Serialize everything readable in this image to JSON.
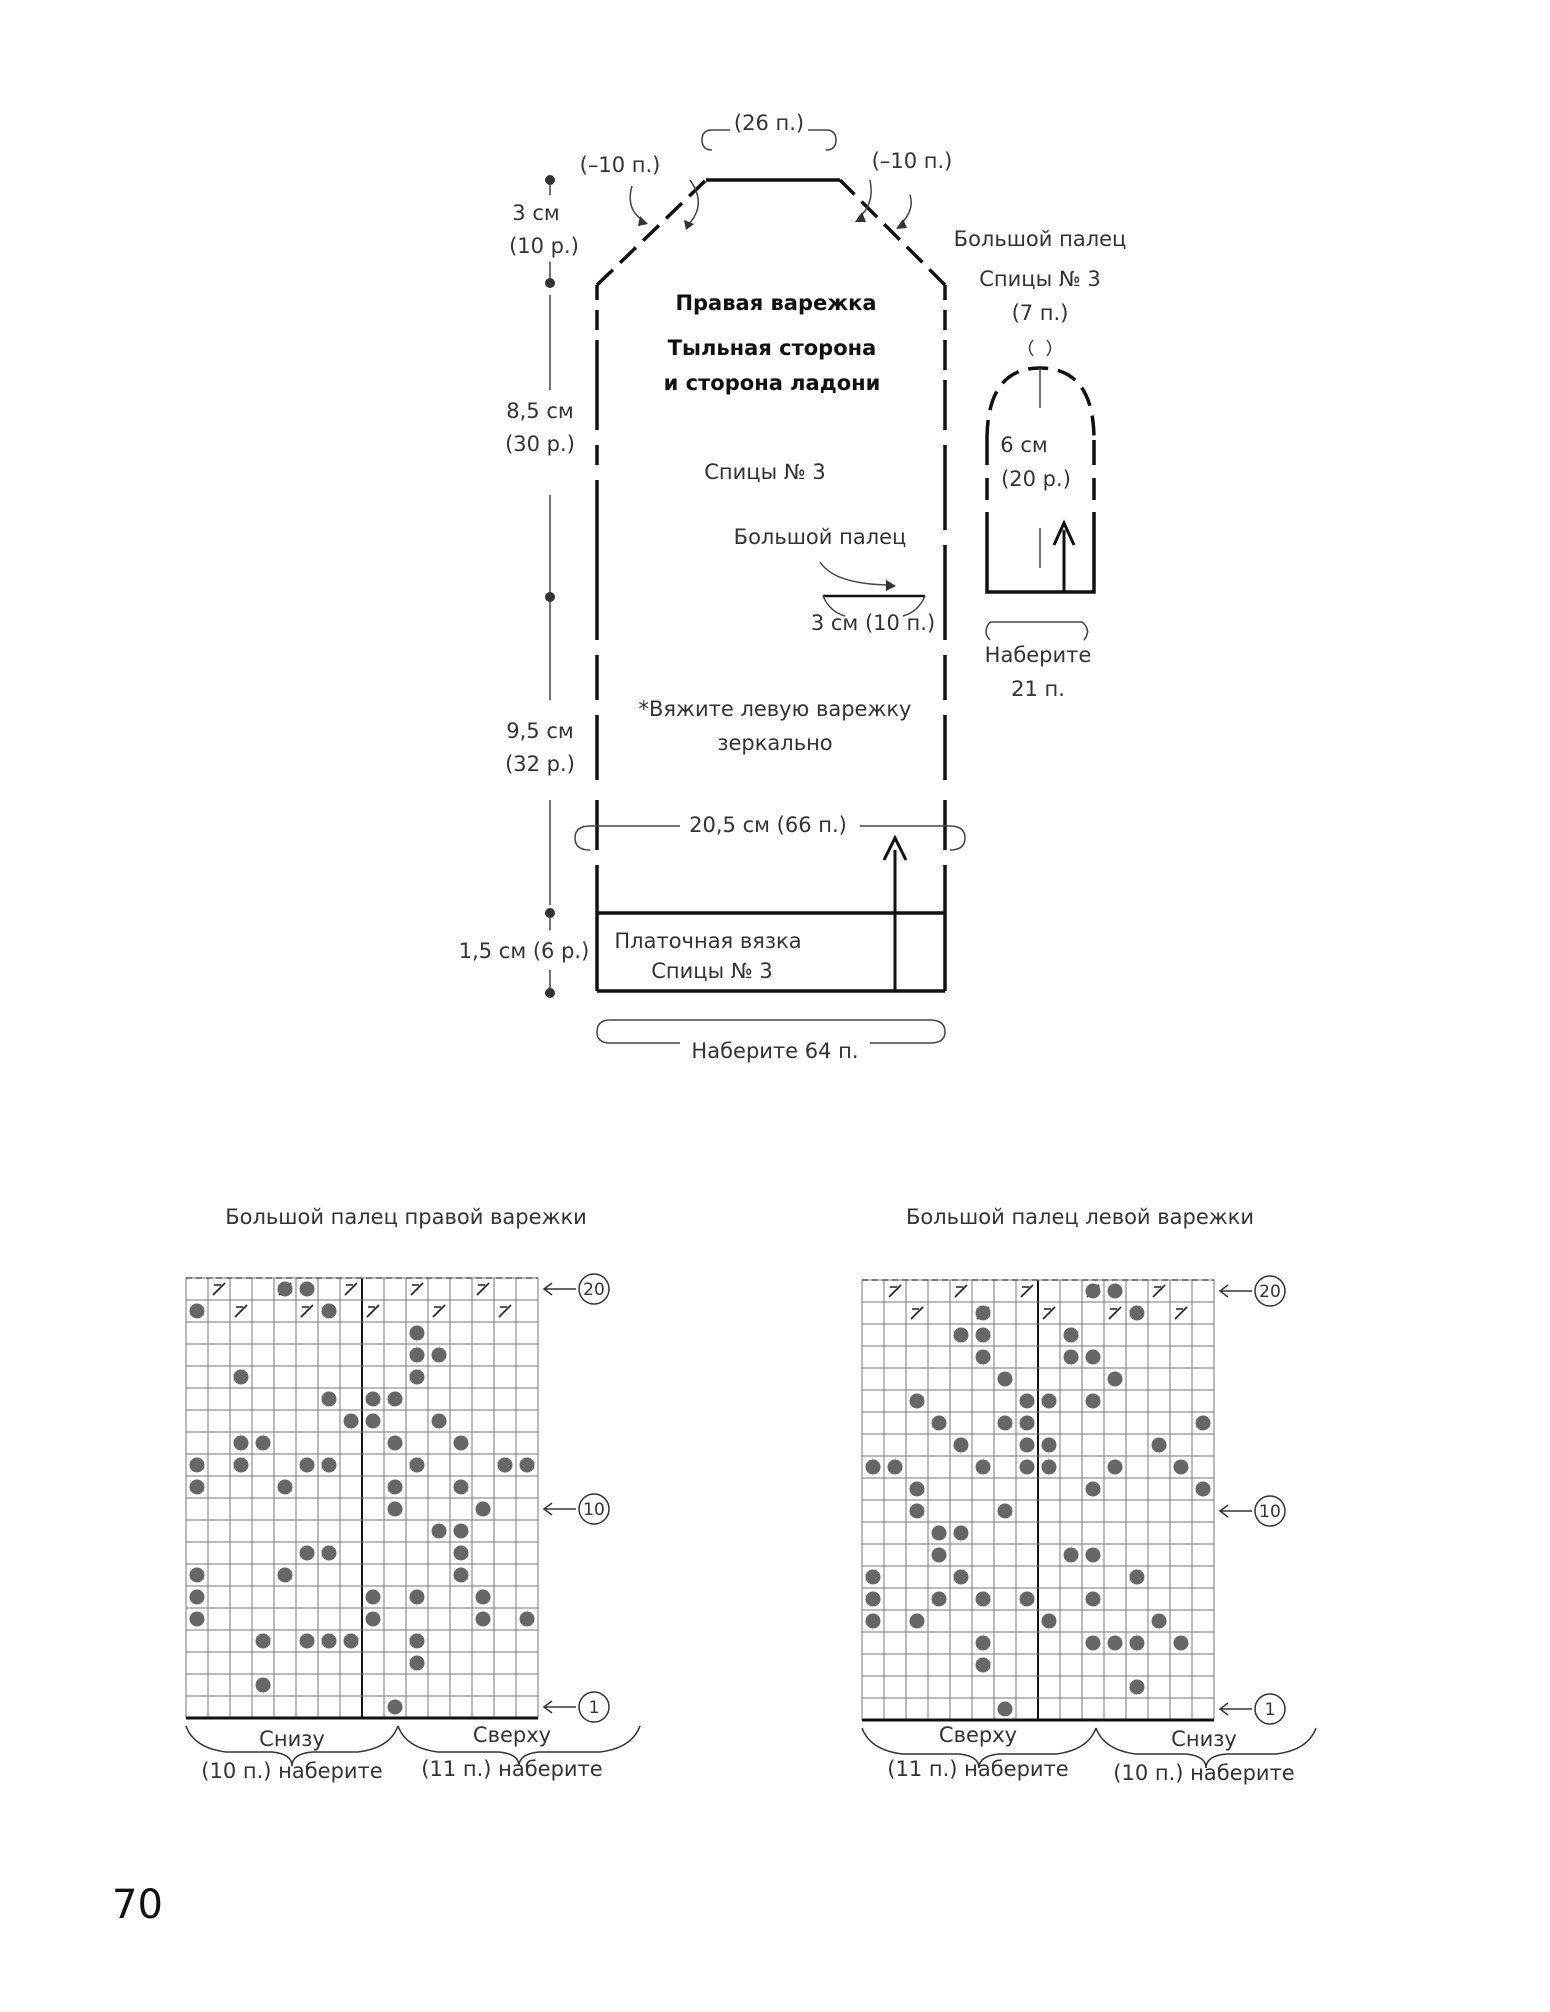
{
  "mitten": {
    "top_stitches": "(26 п.)",
    "dec_left": "(–10 п.)",
    "dec_right": "(–10 п.)",
    "seg1_cm": "3 см",
    "seg1_rows": "(10 р.)",
    "seg2_cm": "8,5 см",
    "seg2_rows": "(30 р.)",
    "seg3_cm": "9,5 см",
    "seg3_rows": "(32 р.)",
    "seg4": "1,5 см (6 р.)",
    "title": "Правая варежка",
    "subtitle1": "Тыльная сторона",
    "subtitle2": "и сторона ладони",
    "needles": "Спицы № 3",
    "thumb_label": "Большой палец",
    "thumb_opening": "3 см (10 п.)",
    "mirror_note1": "*Вяжите левую варежку",
    "mirror_note2": "зеркально",
    "width": "20,5 см (66 п.)",
    "rib1": "Платочная вязка",
    "rib2": "Спицы № 3",
    "cast_on": "Наберите 64 п."
  },
  "thumb": {
    "title": "Большой палец",
    "needles": "Спицы № 3",
    "top": "(7 п.)",
    "cm": "6 см",
    "rows": "(20 р.)",
    "cast_on1": "Наберите",
    "cast_on2": "21 п."
  },
  "charts": [
    {
      "title": "Большой палец правой варежки",
      "label_left1": "Снизу",
      "label_left2": "(10 п.) наберите",
      "label_right1": "Сверху",
      "label_right2": "(11 п.) наберите",
      "row_markers": [
        "20",
        "10",
        "1"
      ],
      "rows": [
        "....##..........",
        "#.....#.........",
        "..........#.....",
        "..........##....",
        "..#.......#.....",
        "......#.##......",
        ".......##..#....",
        "..##.....#..#...",
        "#.#..##...#...##",
        "#...#....#..#...",
        ".........#...#..",
        "...........##...",
        ".....##.....#...",
        "#...#.......#...",
        "#.......#.#..#..",
        "#.......#....#.#",
        "...#.###..#.....",
        "..........#.....",
        "...#............",
        ".........#......"
      ]
    },
    {
      "title": "Большой палец левой варежки",
      "label_left1": "Сверху",
      "label_left2": "(11 п.) наберите",
      "label_right1": "Снизу",
      "label_right2": "(10 п.) наберите",
      "row_markers": [
        "20",
        "10",
        "1"
      ],
      "rows": [
        "..........##....",
        ".....#......#...",
        "....##...#......",
        ".....#...##.....",
        "......#....#....",
        "..#....##.#.....",
        "...#..##.......#",
        "....#..##....#..",
        "##...#.##..#..#.",
        "..#.......#....#",
        "..#...#.........",
        "...##...........",
        "...#.....##.....",
        "#...#.......#...",
        "#..#.#.#..#.....",
        "#.#.....#....#..",
        ".....#....###.#.",
        ".....#..........",
        "............#...",
        "......#........."
      ]
    }
  ],
  "page_number": "70"
}
